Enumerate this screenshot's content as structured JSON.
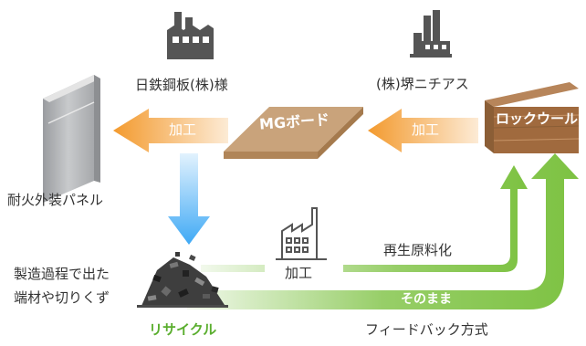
{
  "colors": {
    "orange": "#f39a2e",
    "blue": "#3fa9f5",
    "green": "#7dc242",
    "wood": "#c9a37b",
    "woodDark": "#8b5e36",
    "gray": "#555555"
  },
  "icons": {
    "factory_nittetsu": "factory-icon",
    "factory_sakai": "factory-icon",
    "factory_process": "factory-icon",
    "panel": "fire-resistant-panel-icon",
    "board": "mg-board-icon",
    "wool": "rockwool-icon",
    "scraps": "scrap-pile-icon"
  },
  "labels": {
    "nittetsu": "日鉄鋼板(株)様",
    "sakai": "(株)堺ニチアス",
    "process_left": "加工",
    "process_mid": "加工",
    "process_bottom": "加工",
    "mg_board": "MGボード",
    "rockwool": "ロックウール",
    "panel": "耐火外装パネル",
    "scrap_line1": "製造過程で出た",
    "scrap_line2": "端材や切りくず",
    "recycle": "リサイクル",
    "regenerate": "再生原料化",
    "as_is": "そのまま",
    "feedback": "フィードバック方式"
  }
}
